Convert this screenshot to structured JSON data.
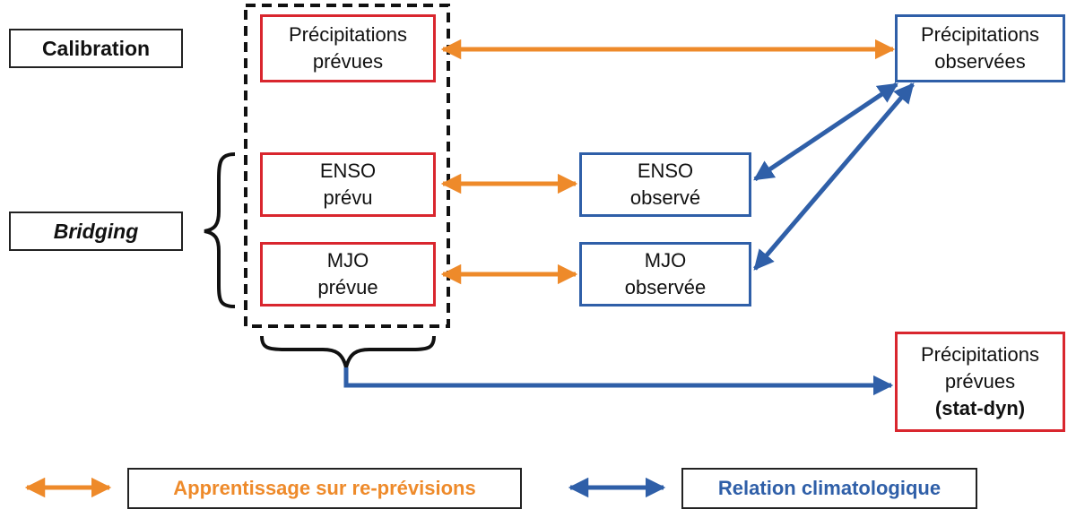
{
  "labels": {
    "calibration": "Calibration",
    "bridging": "Bridging"
  },
  "nodes": {
    "precip_prevues": [
      "Précipitations",
      "prévues"
    ],
    "enso_prevu": [
      "ENSO",
      "prévu"
    ],
    "mjo_prevue": [
      "MJO",
      "prévue"
    ],
    "precip_observees": [
      "Précipitations",
      "observées"
    ],
    "enso_observe": [
      "ENSO",
      "observé"
    ],
    "mjo_observee": [
      "MJO",
      "observée"
    ],
    "precip_statdyn": [
      "Précipitations",
      "prévues",
      "(stat-dyn)"
    ]
  },
  "legend": {
    "orange_label": "Apprentissage sur re-prévisions",
    "blue_label": "Relation climatologique"
  },
  "colors": {
    "orange": "#ee8a2a",
    "blue": "#2f5fa8",
    "red": "#d9262e"
  }
}
